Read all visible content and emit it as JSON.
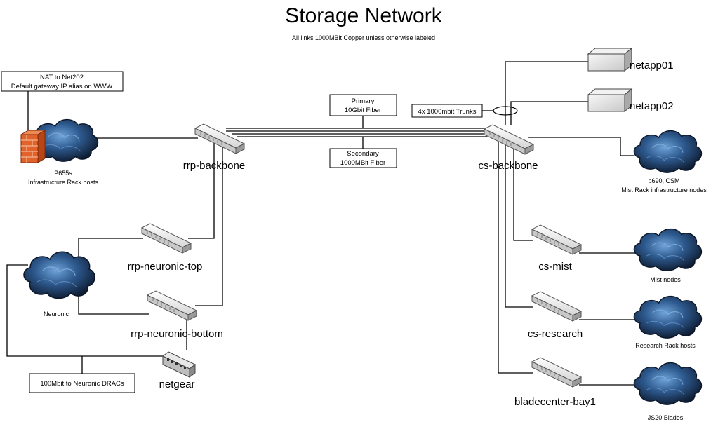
{
  "title": "Storage Network",
  "subtitle": "All links 1000MBit Copper unless otherwise labeled",
  "switches": {
    "rrp_backbone": "rrp-backbone",
    "cs_backbone": "cs-backbone",
    "rrp_neuronic_top": "rrp-neuronic-top",
    "rrp_neuronic_bottom": "rrp-neuronic-bottom",
    "netgear": "netgear",
    "cs_mist": "cs-mist",
    "cs_research": "cs-research",
    "bladecenter_bay1": "bladecenter-bay1"
  },
  "storage": {
    "netapp01": "netapp01",
    "netapp02": "netapp02"
  },
  "clouds": {
    "p655s_line1": "P655s",
    "p655s_line2": "Infrastructure Rack hosts",
    "neuronic": "Neuronic",
    "p690_line1": "p690, CSM",
    "p690_line2": "Mist Rack infrastructure nodes",
    "mist_nodes": "Mist nodes",
    "research": "Research Rack hosts",
    "js20": "JS20 Blades"
  },
  "notes": {
    "nat_line1": "NAT to Net202",
    "nat_line2": "Default gateway IP alias on WWW",
    "primary_line1": "Primary",
    "primary_line2": "10Gbit Fiber",
    "secondary_line1": "Secondary",
    "secondary_line2": "1000MBit Fiber",
    "trunks": "4x 1000mbit Trunks",
    "drac": "100Mbit to Neuronic DRACs"
  },
  "colors": {
    "cloud_dark": "#0d1a33",
    "cloud_light": "#5b8fc9",
    "switch_top": "#f4f4f4",
    "switch_side": "#b9b9b9",
    "storage_face": "#e6e6e6",
    "firewall": "#e2622c"
  }
}
